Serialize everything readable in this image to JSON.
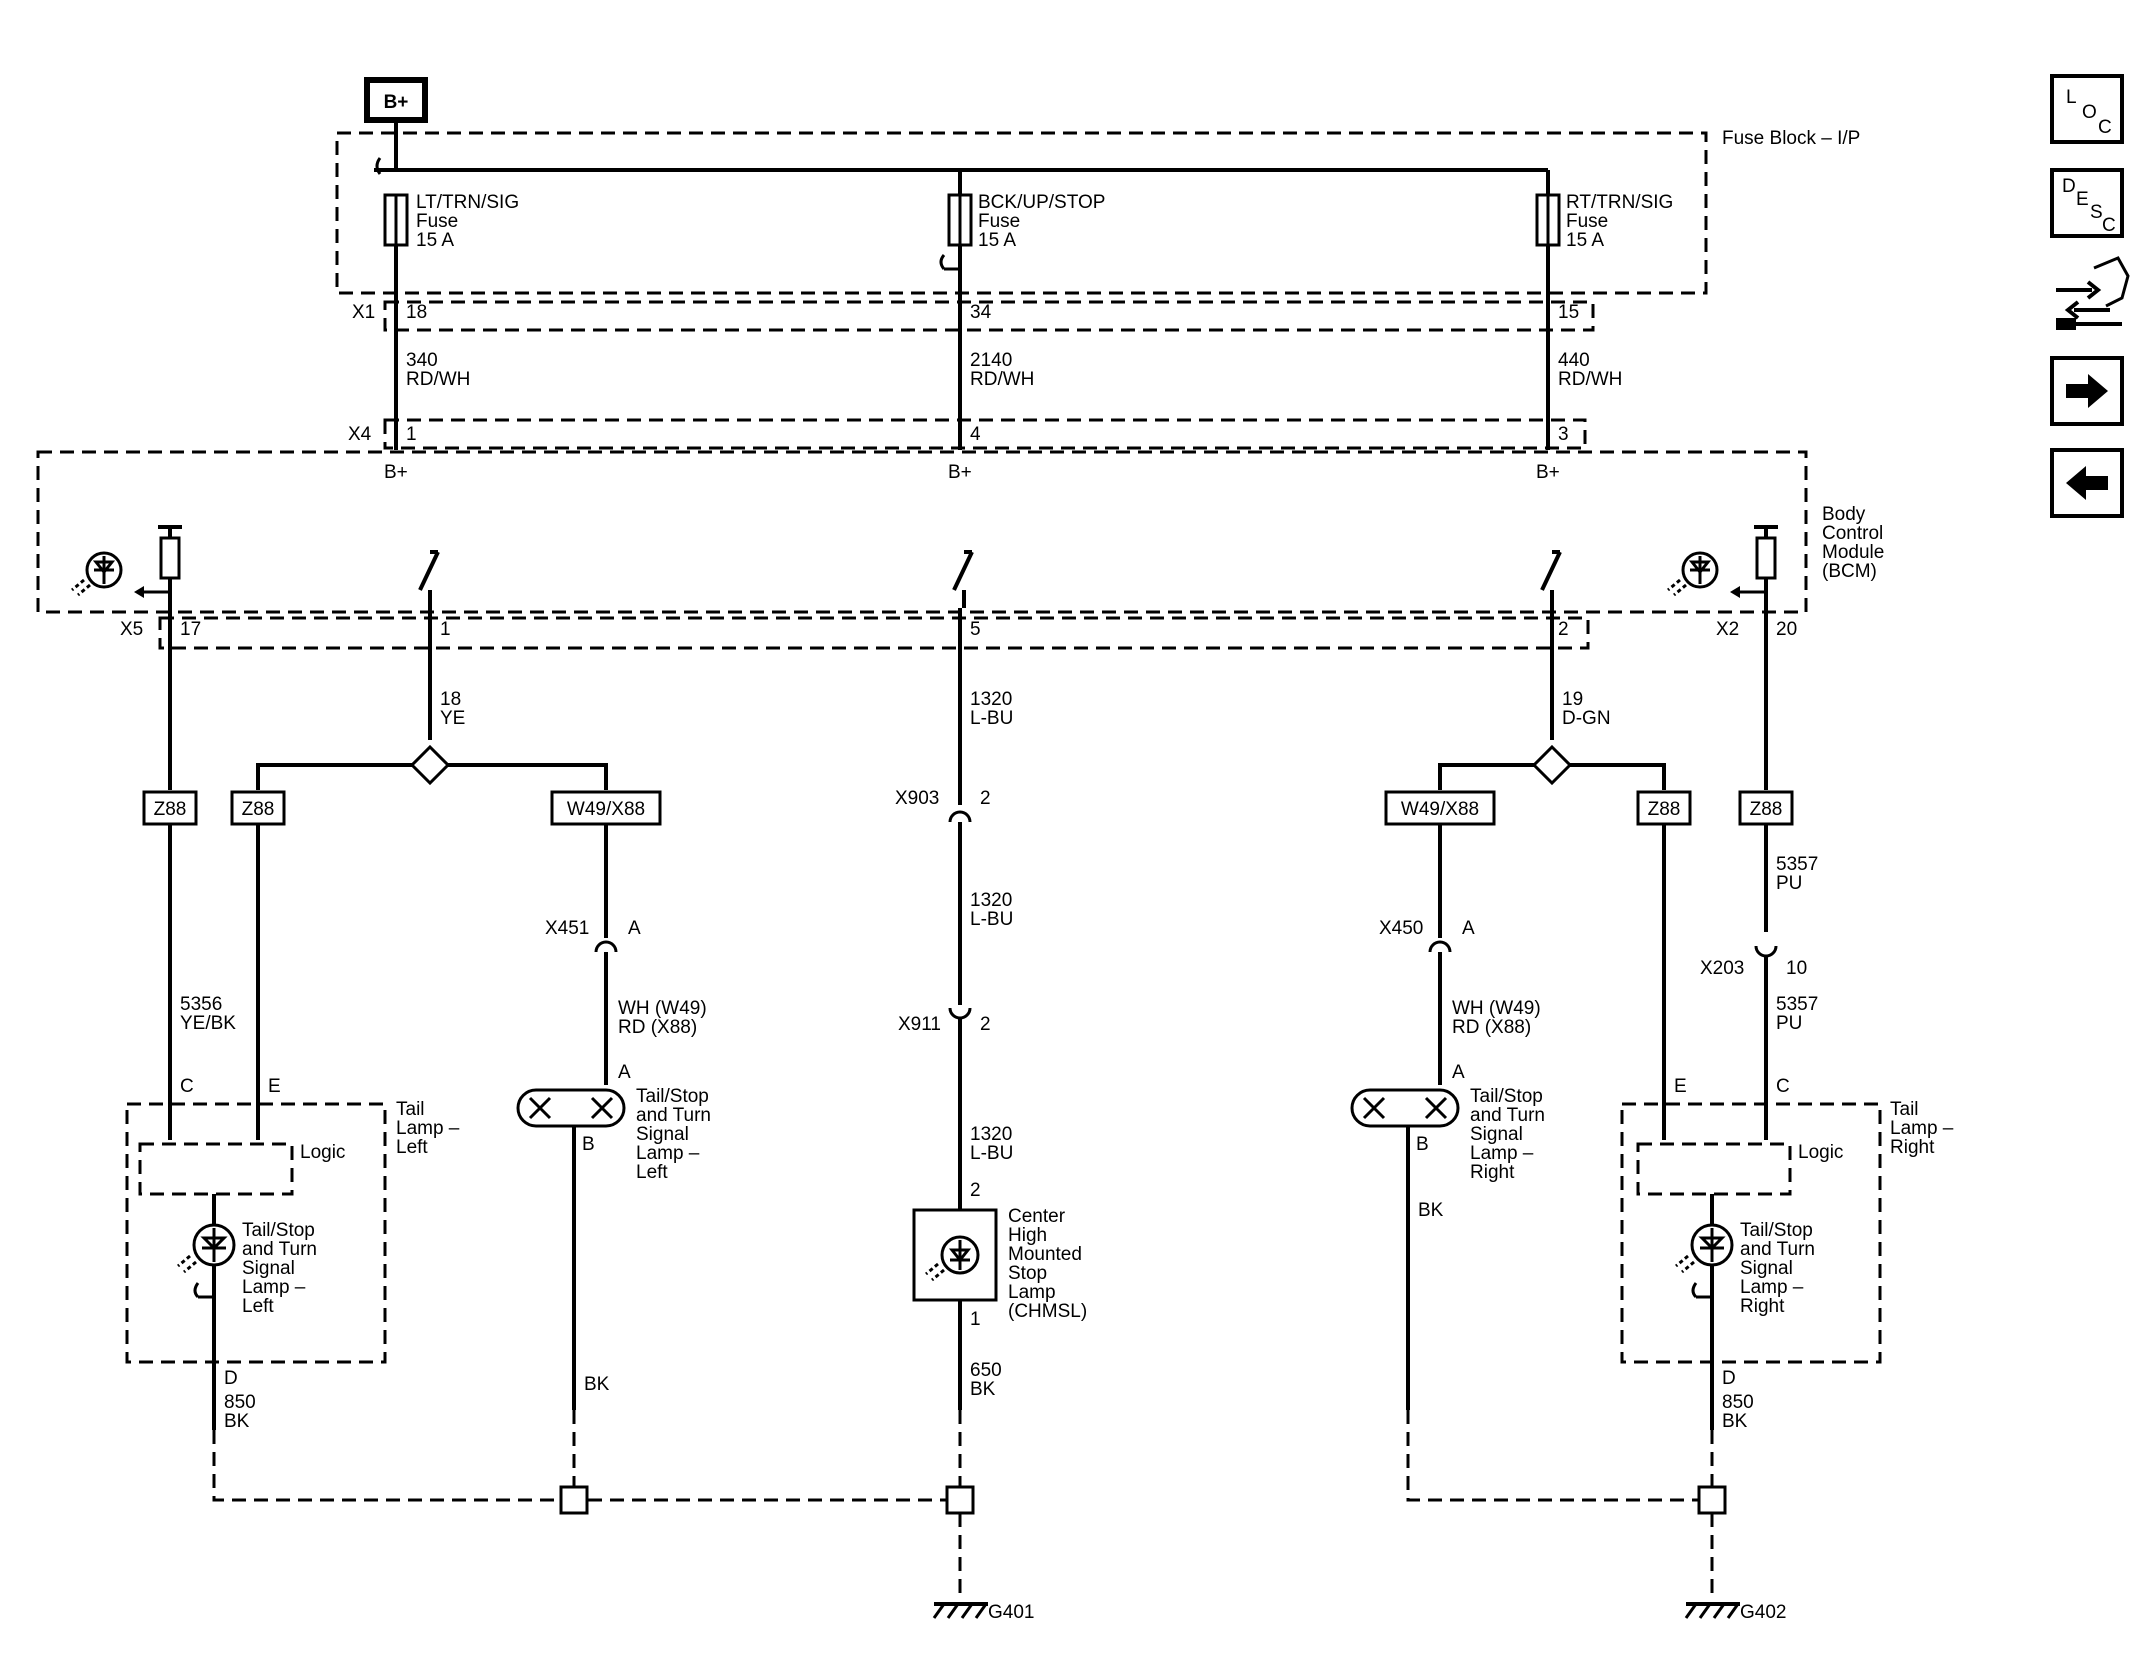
{
  "power": {
    "source": "B+"
  },
  "fuse_block": {
    "name": "Fuse Block – I/P",
    "fuses": [
      {
        "name": "LT/TRN/SIG",
        "kind": "Fuse",
        "rating": "15 A"
      },
      {
        "name": "BCK/UP/STOP",
        "kind": "Fuse",
        "rating": "15 A"
      },
      {
        "name": "RT/TRN/SIG",
        "kind": "Fuse",
        "rating": "15 A"
      }
    ]
  },
  "connectors": {
    "x1": "X1",
    "x4": "X4",
    "x5": "X5",
    "x2": "X2",
    "x903": "X903",
    "x911": "X911",
    "x451": "X451",
    "x450": "X450",
    "x203": "X203"
  },
  "pins": {
    "x1": [
      "18",
      "34",
      "15"
    ],
    "x4": [
      "1",
      "4",
      "3"
    ],
    "bcm_inputs": [
      "B+",
      "B+",
      "B+"
    ],
    "x5": [
      "17",
      "1",
      "5",
      "2"
    ],
    "x2": "20",
    "x903": "2",
    "x911": "2",
    "x451": "A",
    "x450": "A",
    "x203": "10",
    "left_tail_c": "C",
    "left_tail_e": "E",
    "left_tail_d": "D",
    "right_tail_c": "C",
    "right_tail_e": "E",
    "right_tail_d": "D",
    "lamp_left_a": "A",
    "lamp_left_b": "B",
    "lamp_right_a": "A",
    "lamp_right_b": "B",
    "chmsl_in": "2",
    "chmsl_out": "1"
  },
  "wires": {
    "w340": {
      "circuit": "340",
      "color": "RD/WH"
    },
    "w2140": {
      "circuit": "2140",
      "color": "RD/WH"
    },
    "w440": {
      "circuit": "440",
      "color": "RD/WH"
    },
    "w18": {
      "circuit": "18",
      "color": "YE"
    },
    "w19": {
      "circuit": "19",
      "color": "D-GN"
    },
    "w1320a": {
      "circuit": "1320",
      "color": "L-BU"
    },
    "w1320b": {
      "circuit": "1320",
      "color": "L-BU"
    },
    "w1320c": {
      "circuit": "1320",
      "color": "L-BU"
    },
    "w5356": {
      "circuit": "5356",
      "color": "YE/BK"
    },
    "w5357a": {
      "circuit": "5357",
      "color": "PU"
    },
    "w5357b": {
      "circuit": "5357",
      "color": "PU"
    },
    "wh_left": {
      "line1": "WH (W49)",
      "line2": "RD (X88)"
    },
    "wh_right": {
      "line1": "WH (W49)",
      "line2": "RD (X88)"
    },
    "bk_left": "BK",
    "bk_right": "BK",
    "w650": {
      "circuit": "650",
      "color": "BK"
    },
    "w850l": {
      "circuit": "850",
      "color": "BK"
    },
    "w850r": {
      "circuit": "850",
      "color": "BK"
    }
  },
  "bcm": {
    "lines": [
      "Body",
      "Control",
      "Module",
      "(BCM)"
    ]
  },
  "options": [
    "Z88",
    "Z88",
    "W49/X88",
    "W49/X88",
    "Z88",
    "Z88"
  ],
  "tail_lamp_left": {
    "module_lines": [
      "Tail",
      "Lamp –",
      "Left"
    ],
    "logic": "Logic",
    "lamp_lines": [
      "Tail/Stop",
      "and Turn",
      "Signal",
      "Lamp –",
      "Left"
    ]
  },
  "tail_lamp_right": {
    "module_lines": [
      "Tail",
      "Lamp –",
      "Right"
    ],
    "logic": "Logic",
    "lamp_lines": [
      "Tail/Stop",
      "and Turn",
      "Signal",
      "Lamp –",
      "Right"
    ]
  },
  "bulb_left": {
    "lines": [
      "Tail/Stop",
      "and Turn",
      "Signal",
      "Lamp –",
      "Left"
    ]
  },
  "bulb_right": {
    "lines": [
      "Tail/Stop",
      "and Turn",
      "Signal",
      "Lamp –",
      "Right"
    ]
  },
  "chmsl": {
    "lines": [
      "Center",
      "High",
      "Mounted",
      "Stop",
      "Lamp",
      "(CHMSL)"
    ]
  },
  "grounds": [
    "G401",
    "G402"
  ],
  "nav": {
    "loc": {
      "l": "L",
      "o": "O",
      "c": "C"
    },
    "desc": {
      "d": "D",
      "e": "E",
      "s": "S",
      "c": "C"
    },
    "connector_icon": "connector-end-view-icon",
    "next_icon": "arrow-right-icon",
    "prev_icon": "arrow-left-icon"
  }
}
